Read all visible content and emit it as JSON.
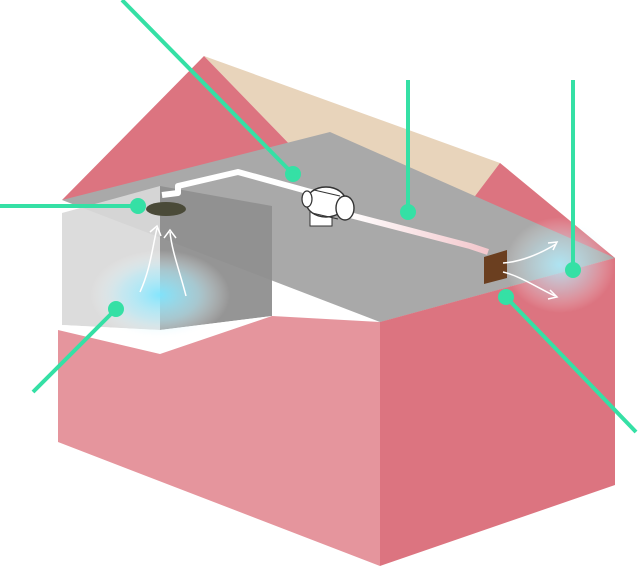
{
  "diagram": {
    "description_visible_text": [],
    "colors": {
      "wall_front": "#e5959d",
      "wall_side": "#dc7480",
      "roof": "#dc7480",
      "roof_back": "#e8d4bb",
      "attic_floor": "#a9a9a9",
      "duct": "#ffffff",
      "leader": "#35e0a5",
      "vent": "#6b3f20",
      "ceiling_vent": "#4a4a38",
      "mist": "#9fe9ff"
    },
    "callouts": [
      {
        "id": "duct-pipe"
      },
      {
        "id": "ceiling-vent"
      },
      {
        "id": "exhaust-fan"
      },
      {
        "id": "bathroom-humid-air"
      },
      {
        "id": "discharged-air"
      },
      {
        "id": "exterior-wall-vent"
      }
    ]
  }
}
